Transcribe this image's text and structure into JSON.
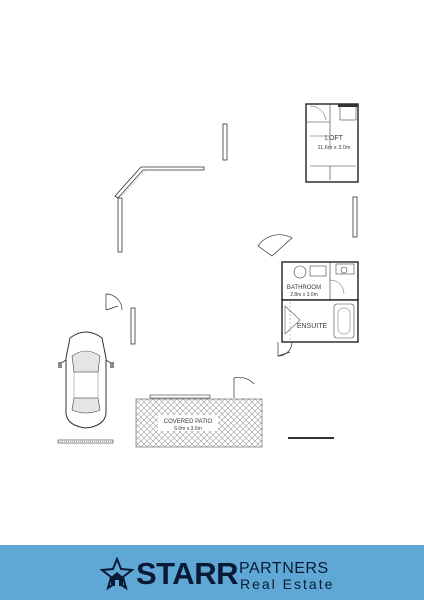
{
  "rooms": {
    "loft": {
      "name": "LOFT",
      "size": "11.6m x 3.0m"
    },
    "bathroom": {
      "name": "BATHROOM",
      "size": "2.8m x 3.0m"
    },
    "ensuite": {
      "name": "ENSUITE"
    },
    "patio": {
      "name": "COVERED PATIO",
      "size": "6.0m x 3.0m"
    }
  },
  "branding": {
    "name": "STARR",
    "partners": "PARTNERS",
    "real_estate": "Real Estate",
    "logo_icon": "star-house-icon",
    "footer_color": "#5fa8d6",
    "text_color": "#0a1a35"
  }
}
